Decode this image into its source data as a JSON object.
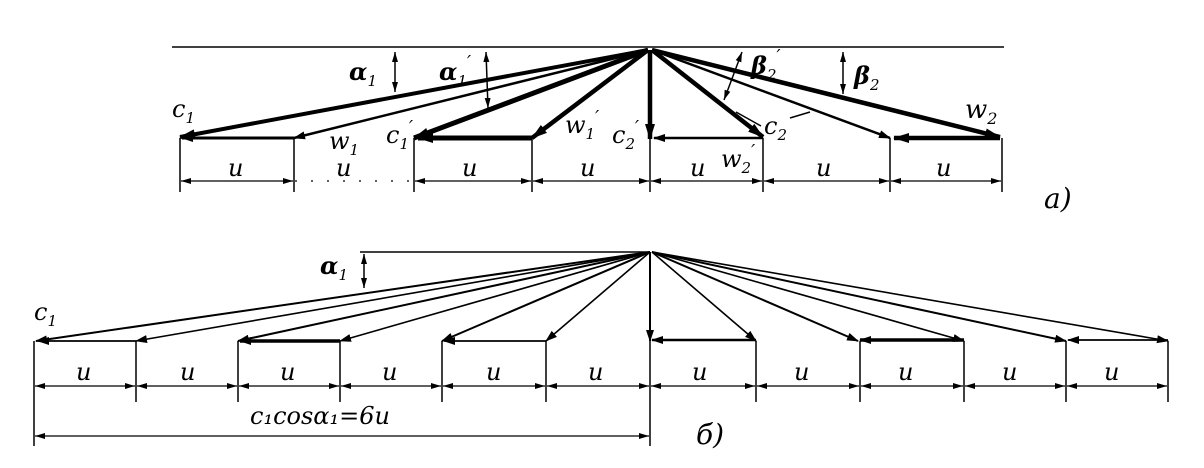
{
  "diagram_a": {
    "panel_label": "а)",
    "u_labels": [
      "u",
      "u",
      "u",
      "u",
      "u",
      "u",
      "u"
    ],
    "c1": {
      "main": "c",
      "sub": "1"
    },
    "w1": {
      "main": "w",
      "sub": "1"
    },
    "c1p": {
      "main": "c",
      "sub": "1",
      "prime": "′"
    },
    "w1p": {
      "main": "w",
      "sub": "1",
      "prime": "′"
    },
    "c2p": {
      "main": "c",
      "sub": "2",
      "prime": "′"
    },
    "w2p": {
      "main": "w",
      "sub": "2",
      "prime": "′"
    },
    "c2": {
      "main": "c",
      "sub": "2"
    },
    "w2": {
      "main": "w",
      "sub": "2"
    },
    "alpha1": {
      "main": "α",
      "sub": "1"
    },
    "alpha1p": {
      "main": "α",
      "sub": "1",
      "prime": "′"
    },
    "beta2p": {
      "main": "β",
      "sub": "2",
      "prime": "′"
    },
    "beta2": {
      "main": "β",
      "sub": "2"
    }
  },
  "diagram_b": {
    "panel_label": "б)",
    "u_labels": [
      "u",
      "u",
      "u",
      "u",
      "u",
      "u",
      "u",
      "u",
      "u",
      "u",
      "u"
    ],
    "c1": {
      "main": "c",
      "sub": "1"
    },
    "alpha1": {
      "main": "α",
      "sub": "1"
    },
    "formula": "c₁cosα₁=6u"
  },
  "colors": {
    "ink": "#000000",
    "paper": "#ffffff"
  }
}
